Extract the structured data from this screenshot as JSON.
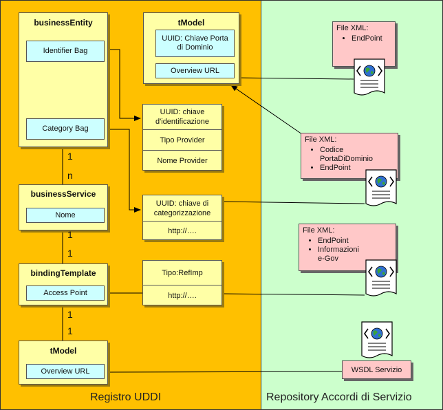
{
  "panels": {
    "left": "Registro UDDI",
    "right": "Repository Accordi di Servizio"
  },
  "business_entity": {
    "title": "businessEntity",
    "identifier_bag": "Identifier Bag",
    "category_bag": "Category Bag"
  },
  "tmodel_top": {
    "title": "tModel",
    "uuid": "UUID: Chiave Porta di Dominio",
    "overview_url": "Overview URL"
  },
  "identifier_box": {
    "uuid": "UUID: chiave d'identificazione",
    "tipo": "Tipo Provider",
    "nome": "Nome Provider"
  },
  "business_service": {
    "title": "businessService",
    "nome": "Nome"
  },
  "category_box": {
    "uuid": "UUID: chiave di categorizzazione",
    "url": "http://…."
  },
  "binding_template": {
    "title": "bindingTemplate",
    "access_point": "Access Point"
  },
  "tipo_box": {
    "tipo": "Tipo:RefImp",
    "url": "http://…."
  },
  "tmodel_bottom": {
    "title": "tModel",
    "overview_url": "Overview URL"
  },
  "multiplicity": {
    "be_1": "1",
    "bs_n": "n",
    "bs_1": "1",
    "bt_1a": "1",
    "bt_1b": "1",
    "tm_1": "1"
  },
  "notes": {
    "note1": {
      "title": "File XML:",
      "items": [
        "EndPoint"
      ]
    },
    "note2": {
      "title": "File XML:",
      "items": [
        "Codice PortaDiDominio",
        "EndPoint"
      ]
    },
    "note3": {
      "title": "File XML:",
      "items": [
        "EndPoint",
        "Informazioni e-Gov"
      ]
    },
    "wsdl": "WSDL Servizio"
  },
  "colors": {
    "registry_bg": "#ffc000",
    "repository_bg": "#ccffcc",
    "class_box": "#ffffa6",
    "field_box": "#ccffff",
    "note_box": "#ffc8c8"
  },
  "icons": [
    "globe-document-icon",
    "globe-document-icon",
    "globe-document-icon",
    "globe-document-icon"
  ]
}
